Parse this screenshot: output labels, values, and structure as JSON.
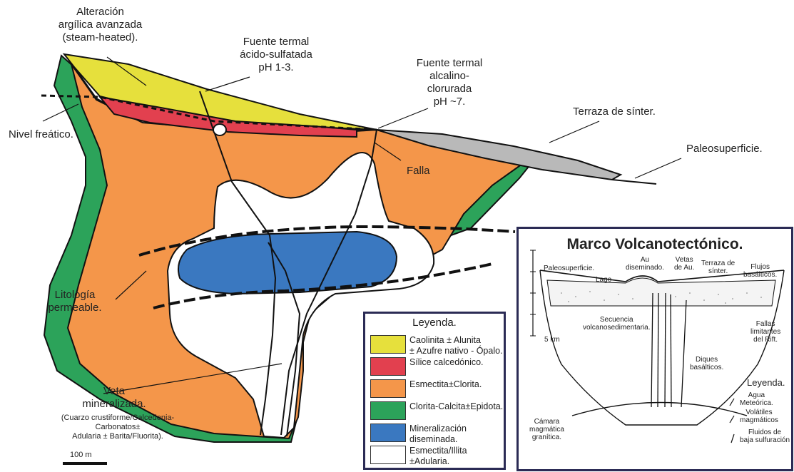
{
  "colors": {
    "caolinita": "#e6e03c",
    "silice": "#e2404f",
    "esmectita_clorita": "#f4964a",
    "clorita_calcita": "#2ca35a",
    "mineralizacion": "#3a78c0",
    "esmectita_illita": "#ffffff",
    "sinter": "#b9b9b9",
    "inset_frame": "#2b2b55"
  },
  "labels": {
    "alteracion": [
      "Alteración",
      "argílica avanzada",
      "(steam-heated)."
    ],
    "fuente_acida": [
      "Fuente termal",
      "ácido-sulfatada",
      "pH 1-3."
    ],
    "fuente_alcalina": [
      "Fuente termal",
      "alcalino-",
      "clorurada",
      "pH ~7."
    ],
    "terraza": "Terraza de sínter.",
    "nivel_freatico": "Nivel freático.",
    "paleosuperficie": "Paleosuperficie.",
    "falla": "Falla",
    "litologia": [
      "Litología",
      "permeable."
    ],
    "veta": [
      "Veta",
      "mineralizada."
    ],
    "veta_detalle": [
      "(Cuarzo crustiforme/Calcedonia-",
      "Carbonatos±",
      "Adularia ± Barita/Fluorita)."
    ],
    "escala": "100 m"
  },
  "legend": {
    "title": "Leyenda.",
    "items": [
      {
        "color": "#e6e03c",
        "text": [
          "Caolinita ± Alunita",
          "± Azufre nativo - Ópalo."
        ]
      },
      {
        "color": "#e2404f",
        "text": [
          "Sílice calcedónico."
        ]
      },
      {
        "color": "#f4964a",
        "text": [
          "Esmectita±Clorita."
        ]
      },
      {
        "color": "#2ca35a",
        "text": [
          "Clorita-Calcita±Epidota."
        ]
      },
      {
        "color": "#3a78c0",
        "text": [
          "Mineralización",
          "diseminada."
        ]
      },
      {
        "color": "#ffffff",
        "text": [
          "Esmectita/Illita",
          "±Adularia."
        ]
      }
    ]
  },
  "inset": {
    "title": "Marco Volcanotectónico.",
    "paleosuperficie": "Paleosuperficie.",
    "lago": "Lago",
    "au_diseminado": [
      "Au",
      "diseminado."
    ],
    "vetas_au": [
      "Vetas",
      "de Au."
    ],
    "terraza": [
      "Terraza de",
      "sínter."
    ],
    "flujos": [
      "Flujos",
      "basálticos."
    ],
    "escala": "5 km",
    "secuencia": [
      "Secuencia",
      "volcanosedimentaria."
    ],
    "fallas": [
      "Fallas",
      "limitantes",
      "del Rift."
    ],
    "diques": [
      "Diques",
      "basálticos."
    ],
    "camara": [
      "Cámara",
      "magmática",
      "granítica."
    ],
    "leyenda_title": "Leyenda.",
    "leyenda_items": [
      [
        "Agua",
        "Meteórica."
      ],
      [
        "Volátiles",
        "magmáticos"
      ],
      [
        "Fluidos de",
        "baja sulfuración"
      ]
    ]
  }
}
